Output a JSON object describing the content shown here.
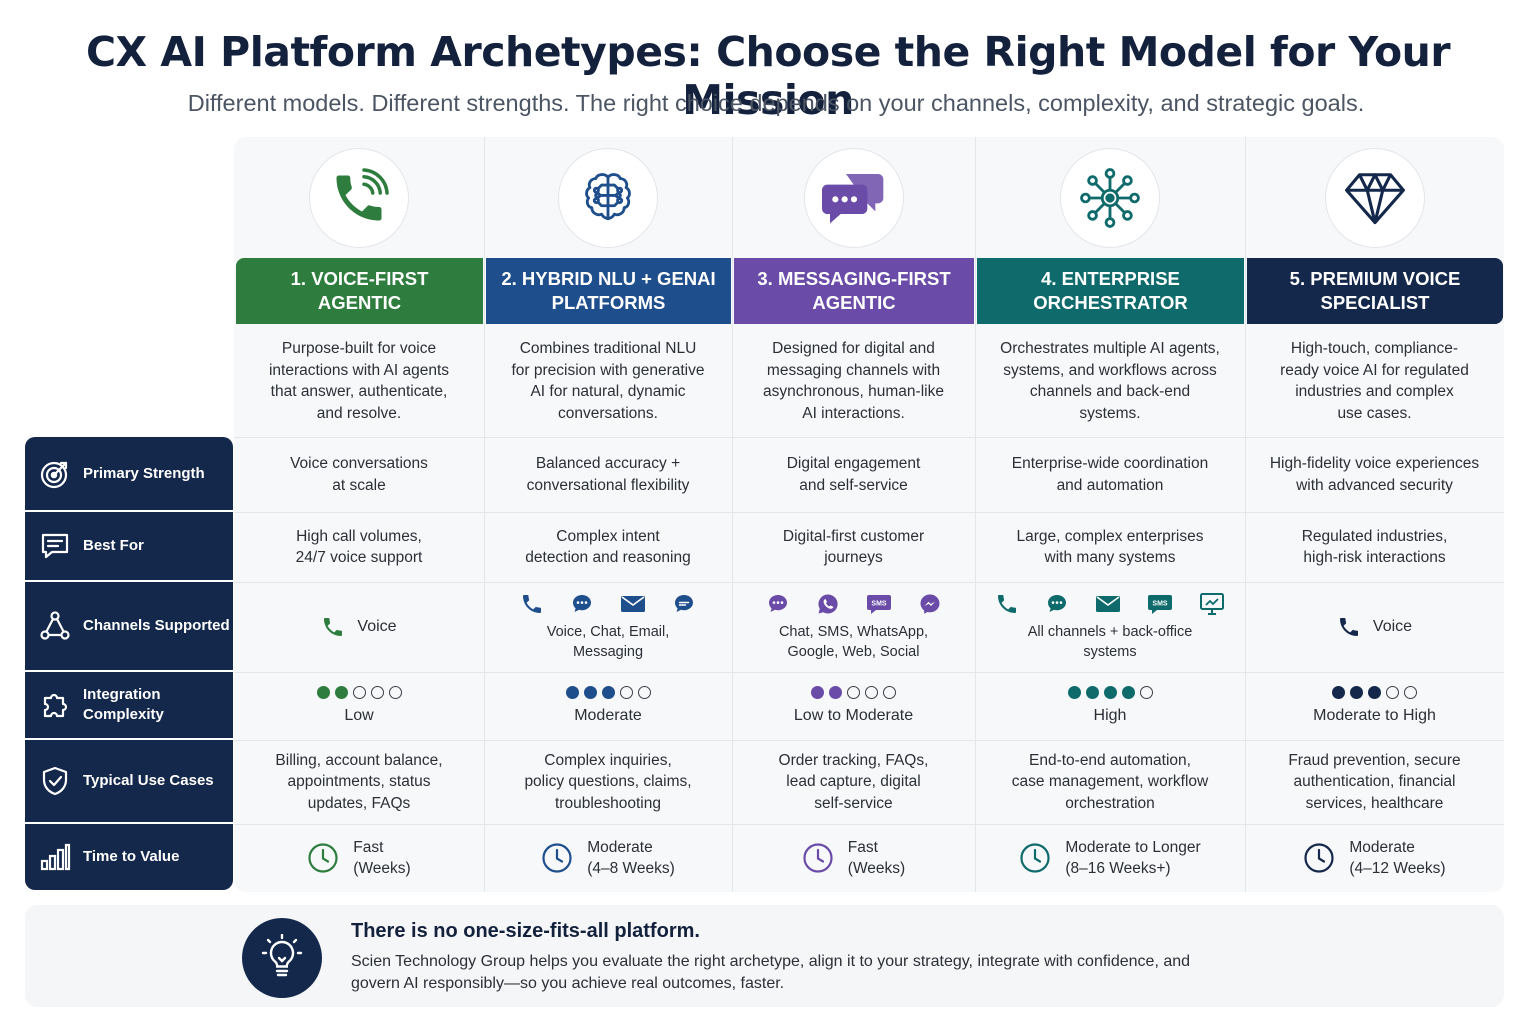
{
  "title": "CX AI Platform Archetypes: Choose the Right Model for Your Mission",
  "subtitle": "Different models. Different strengths. The right choice depends on your channels, complexity, and strategic goals.",
  "row_labels": {
    "primary_strength": "Primary Strength",
    "best_for": "Best For",
    "channels_supported": "Channels Supported",
    "integration_complexity": "Integration\nComplexity",
    "typical_use_cases": "Typical Use Cases",
    "time_to_value": "Time to Value"
  },
  "columns": [
    {
      "header": "1. VOICE-FIRST\nAGENTIC",
      "color": "#2e7d3e",
      "icon": "phone-waves-icon",
      "description": "Purpose-built for voice\ninteractions with AI agents\nthat answer, authenticate,\nand resolve.",
      "primary_strength": "Voice conversations\nat scale",
      "best_for": "High call volumes,\n24/7 voice support",
      "channels_text": "Voice",
      "channel_icons": [
        "phone-icon"
      ],
      "complexity_filled": 2,
      "complexity_label": "Low",
      "use_cases": "Billing, account balance,\nappointments, status\nupdates, FAQs",
      "ttv_speed": "Fast",
      "ttv_duration": "(Weeks)"
    },
    {
      "header": "2. HYBRID NLU + GENAI\nPLATFORMS",
      "color": "#1f4e8c",
      "icon": "brain-circuit-icon",
      "description": "Combines traditional NLU\nfor precision with generative\nAI for natural, dynamic\nconversations.",
      "primary_strength": "Balanced accuracy +\nconversational flexibility",
      "best_for": "Complex intent\ndetection and reasoning",
      "channels_text": "Voice, Chat, Email,\nMessaging",
      "channel_icons": [
        "phone-icon",
        "chat-icon",
        "email-icon",
        "messaging-icon"
      ],
      "complexity_filled": 3,
      "complexity_label": "Moderate",
      "use_cases": "Complex inquiries,\npolicy questions, claims,\ntroubleshooting",
      "ttv_speed": "Moderate",
      "ttv_duration": "(4–8 Weeks)"
    },
    {
      "header": "3. MESSAGING-FIRST\nAGENTIC",
      "color": "#6a4ba8",
      "icon": "chat-bubbles-icon",
      "description": "Designed for digital and\nmessaging channels with\nasynchronous, human-like\nAI interactions.",
      "primary_strength": "Digital engagement\nand self-service",
      "best_for": "Digital-first customer\njourneys",
      "channels_text": "Chat, SMS, WhatsApp,\nGoogle, Web, Social",
      "channel_icons": [
        "chat-icon",
        "whatsapp-icon",
        "sms-icon",
        "messenger-icon"
      ],
      "complexity_filled": 2,
      "complexity_label": "Low to Moderate",
      "use_cases": "Order tracking, FAQs,\nlead capture, digital\nself-service",
      "ttv_speed": "Fast",
      "ttv_duration": "(Weeks)"
    },
    {
      "header": "4. ENTERPRISE\nORCHESTRATOR",
      "color": "#0f6b6b",
      "icon": "network-hub-icon",
      "description": "Orchestrates multiple AI agents,\nsystems, and workflows across\nchannels and back-end\nsystems.",
      "primary_strength": "Enterprise-wide coordination\nand automation",
      "best_for": "Large, complex enterprises\nwith many systems",
      "channels_text": "All channels + back-office\nsystems",
      "channel_icons": [
        "phone-icon",
        "chat-icon",
        "email-icon",
        "sms-icon",
        "monitor-icon"
      ],
      "complexity_filled": 4,
      "complexity_label": "High",
      "use_cases": "End-to-end automation,\ncase management, workflow\norchestration",
      "ttv_speed": "Moderate to Longer",
      "ttv_duration": "(8–16 Weeks+)"
    },
    {
      "header": "5. PREMIUM VOICE\nSPECIALIST",
      "color": "#14284b",
      "icon": "diamond-icon",
      "description": "High-touch, compliance-\nready voice AI for regulated\nindustries and complex\nuse cases.",
      "primary_strength": "High-fidelity voice experiences\nwith advanced security",
      "best_for": "Regulated industries,\nhigh-risk interactions",
      "channels_text": "Voice",
      "channel_icons": [
        "phone-icon"
      ],
      "complexity_filled": 3,
      "complexity_label": "Moderate to High",
      "use_cases": "Fraud prevention, secure\nauthentication, financial\nservices, healthcare",
      "ttv_speed": "Moderate",
      "ttv_duration": "(4–12 Weeks)"
    }
  ],
  "footer": {
    "heading": "There is no one-size-fits-all platform.",
    "body": "Scien Technology Group helps you evaluate the right archetype, align it to your strategy, integrate with confidence, and govern AI responsibly—so you achieve real outcomes, faster.",
    "icon": "lightbulb-icon"
  }
}
